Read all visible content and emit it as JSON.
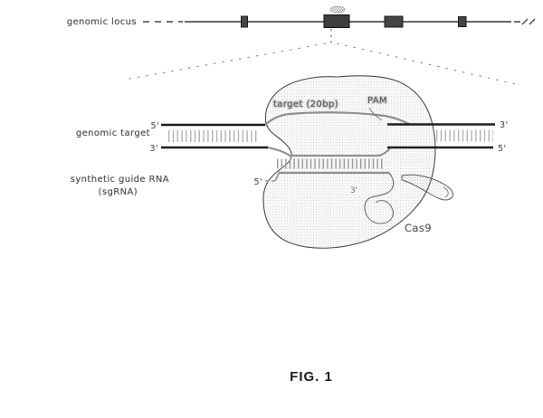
{
  "figure": {
    "caption": "FIG. 1"
  },
  "locus": {
    "label": "genomic locus"
  },
  "genomic_target": {
    "label": "genomic target",
    "top_left_end": "5'",
    "bottom_left_end": "3'",
    "top_right_end": "3'",
    "bottom_right_end": "5'"
  },
  "sgrna": {
    "label_line1": "synthetic guide RNA",
    "label_line2": "(sgRNA)",
    "five_prime_end": "5'",
    "three_prime_end": "3'"
  },
  "protein": {
    "name": "Cas9",
    "target_label": "target (20bp)",
    "pam_label": "PAM"
  },
  "colors": {
    "strand": "#1f1f1f",
    "displaced_strand": "#8f8f8f",
    "tick": "#b2b2b2",
    "inner_tick": "#9a9a9a",
    "blob_outline": "#4a4a4a",
    "label_text": "#4a4a4a",
    "small_label": "#5a5a5a",
    "caption_ink": "#1b1b1b",
    "locus_line": "#333333",
    "exon_fill": "#454545"
  }
}
